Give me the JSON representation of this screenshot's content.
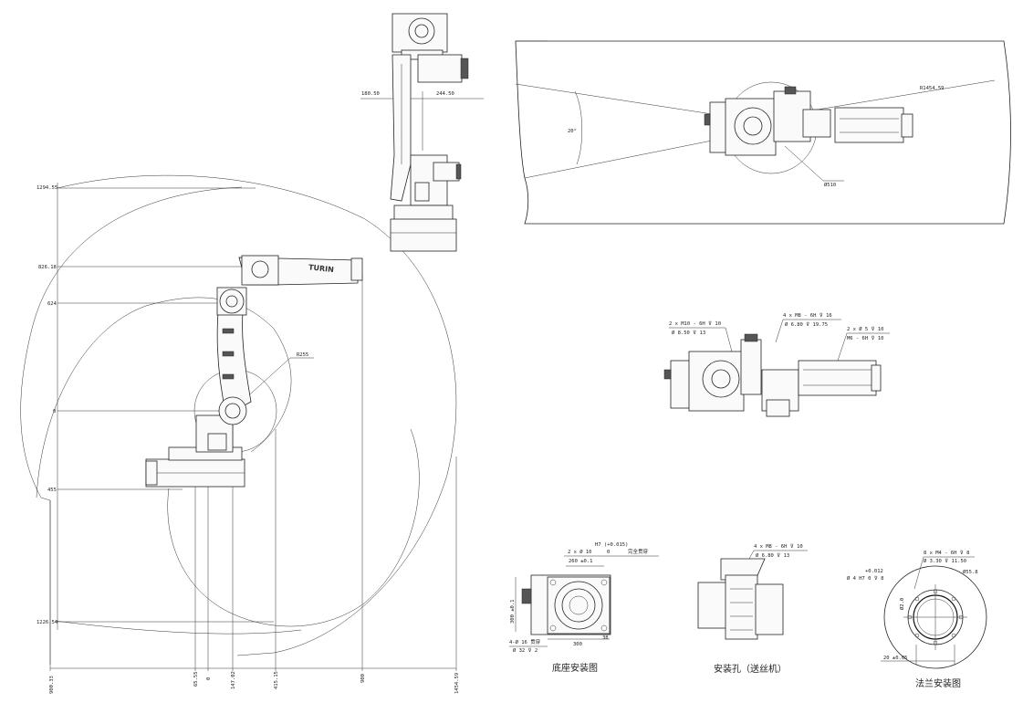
{
  "side_view": {
    "left_dims": [
      "1294.55",
      "826.18",
      "624",
      "0",
      "455",
      "1226.54"
    ],
    "bottom_dims": [
      "900.33",
      "65.55",
      "0",
      "147.02",
      "415.15",
      "900",
      "1454.59"
    ],
    "radius_label": "R255",
    "arm_logo": "TURIN"
  },
  "front_view": {
    "dim_left": "180.50",
    "dim_right": "244.50"
  },
  "top_view": {
    "radius_label": "R1454.59",
    "angle_label": "20°",
    "diameter_label": "Ø510"
  },
  "holes_view": {
    "callout_1": {
      "line1": "2 x M10 - 6H ⊽ 10",
      "line2": "Ø 8.50 ⊽ 13"
    },
    "callout_2": {
      "line1": "4 x M8 - 6H ⊽ 16",
      "line2": "Ø 6.80 ⊽ 19.75"
    },
    "callout_3": {
      "line1": "2 x Ø 5 ⊽ 10",
      "line2": "M6 - 6H ⊽ 10"
    }
  },
  "base_view": {
    "tol_top": "H7 (+0.015)",
    "tol_bottom": "0",
    "tol_note": "完全贯穿",
    "pin_holes": "2 x Ø 10",
    "dim_260": "260 ±0.1",
    "dim_300v": "300 ±0.1",
    "dim_300h": "300",
    "dim_small": "38",
    "bolt_holes_1": "4-Ø 16 贯穿",
    "bolt_holes_2": "Ø 32 ⊽ 2",
    "caption": "底座安装图"
  },
  "feeder_view": {
    "line1": "4 x M8 - 6H ⊽ 10",
    "line2": "Ø 6.80 ⊽ 13",
    "caption": "安装孔（送丝机）"
  },
  "flange_view": {
    "tol": "+0.012",
    "tol2": "Ø 4 H7  0     ⊽ 8",
    "holes_1": "8 x M4 - 6H ⊽ 8",
    "holes_2": "Ø 3.30 ⊽ 11.50",
    "diameter": "Ø55.8",
    "pcd": "Ø2.0",
    "bottom_dim": "20 ±0.05",
    "caption": "法兰安装图"
  }
}
